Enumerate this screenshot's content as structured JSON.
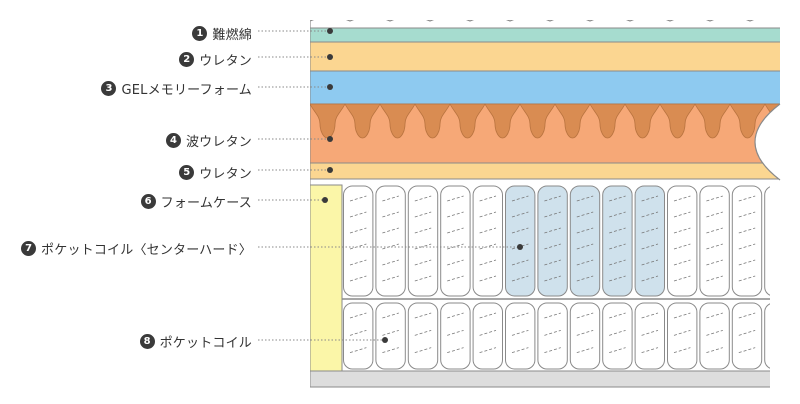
{
  "layers": [
    {
      "num": "1",
      "label": "難燃綿",
      "color": "#a6dccf"
    },
    {
      "num": "2",
      "label": "ウレタン",
      "color": "#fbd691"
    },
    {
      "num": "3",
      "label": "GELメモリーフォーム",
      "color": "#8ecaf0"
    },
    {
      "num": "4",
      "label": "波ウレタン",
      "color": "#f6a877",
      "wave_color": "#d98c52"
    },
    {
      "num": "5",
      "label": "ウレタン",
      "color": "#fbd691"
    },
    {
      "num": "6",
      "label": "フォームケース",
      "color": "#fbf6a8"
    },
    {
      "num": "7",
      "label": "ポケットコイル〈センターハード〉",
      "color": "#cfe1ec"
    },
    {
      "num": "8",
      "label": "ポケットコイル",
      "color": "#ffffff"
    }
  ],
  "colors": {
    "outline": "#8a8a8a",
    "leader": "#888888",
    "dot": "#3a3a3a",
    "base": "#dddddd",
    "coil_line": "#777777"
  }
}
